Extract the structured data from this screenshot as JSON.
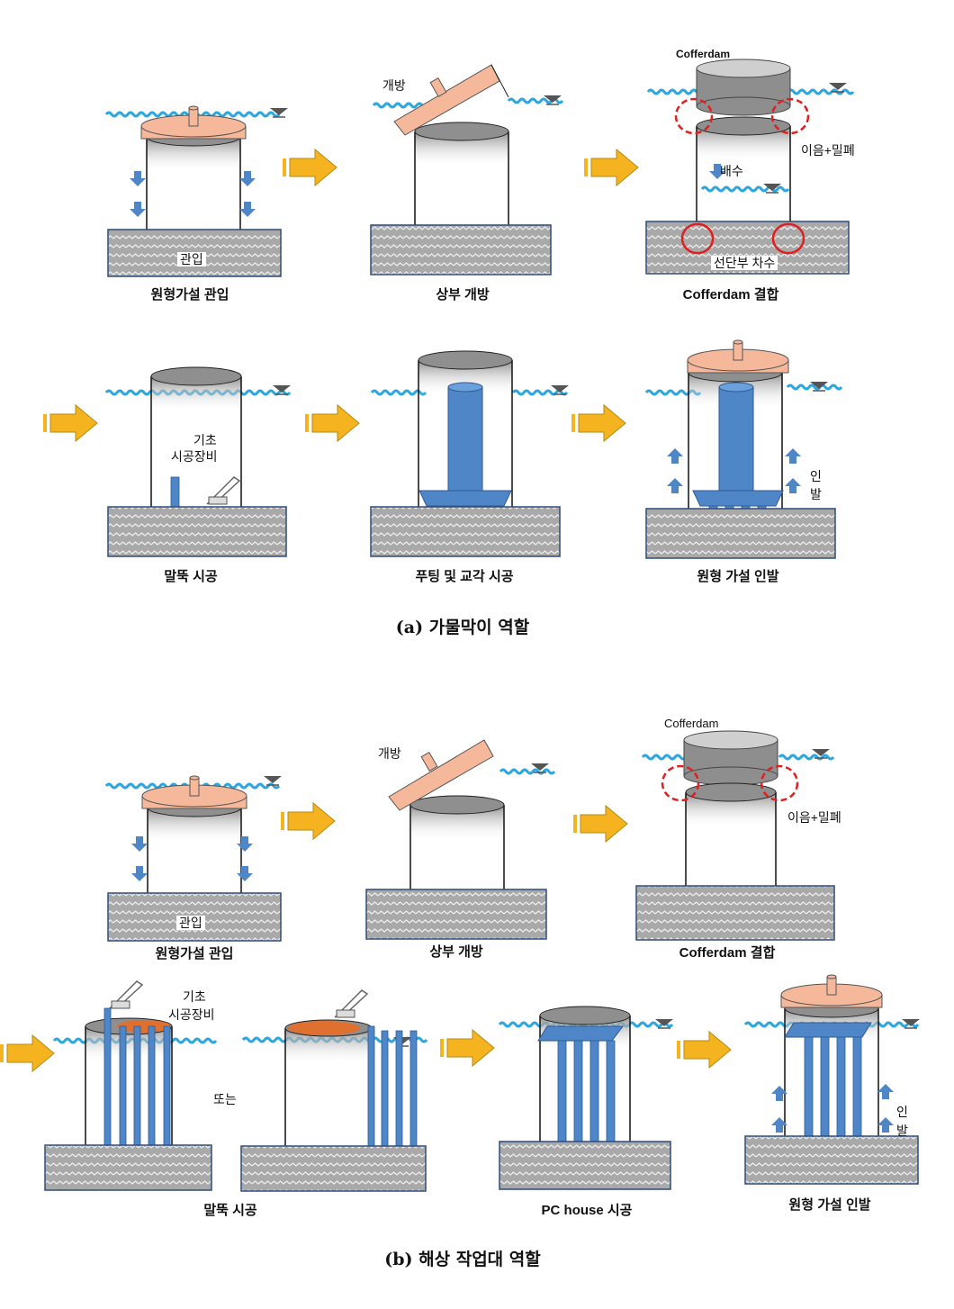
{
  "colors": {
    "water": "#2aa7e0",
    "cap": "#f6b89a",
    "cofferdam": "#8a8a8a",
    "pile": "#4e86c8",
    "arrow": "#f5b41f",
    "seal": "#e02020",
    "soil": "#a8a8a8"
  },
  "icons": [
    "water-level-icon",
    "right-arrow-icon",
    "down-arrow-icon",
    "up-arrow-icon",
    "crane-icon"
  ],
  "section_a": {
    "caption": "(a) 가물막이 역할",
    "step1": {
      "caption": "원형가설 관입",
      "label_insert": "관입"
    },
    "step2": {
      "caption": "상부 개방",
      "label_open": "개방"
    },
    "step3": {
      "caption": "Cofferdam 결합",
      "label_cofferdam": "Cofferdam",
      "label_joint": "이음+밀폐",
      "label_drain": "배수",
      "label_cutoff": "선단부 차수"
    },
    "step4": {
      "caption": "말뚝 시공",
      "label_equip_1": "기초",
      "label_equip_2": "시공장비"
    },
    "step5": {
      "caption": "푸팅 및 교각 시공"
    },
    "step6": {
      "caption": "원형 가설 인발",
      "label_pull_1": "인",
      "label_pull_2": "발"
    }
  },
  "section_b": {
    "caption": "(b) 해상 작업대 역할",
    "step1": {
      "caption": "원형가설 관입",
      "label_insert": "관입"
    },
    "step2": {
      "caption": "상부 개방",
      "label_open": "개방"
    },
    "step3": {
      "caption": "Cofferdam 결합",
      "label_cofferdam": "Cofferdam",
      "label_joint": "이음+밀폐"
    },
    "step4": {
      "caption": "말뚝 시공",
      "label_equip_1": "기초",
      "label_equip_2": "시공장비",
      "label_or": "또는"
    },
    "step5": {
      "caption": "PC house 시공"
    },
    "step6": {
      "caption": "원형 가설 인발",
      "label_pull_1": "인",
      "label_pull_2": "발"
    }
  }
}
